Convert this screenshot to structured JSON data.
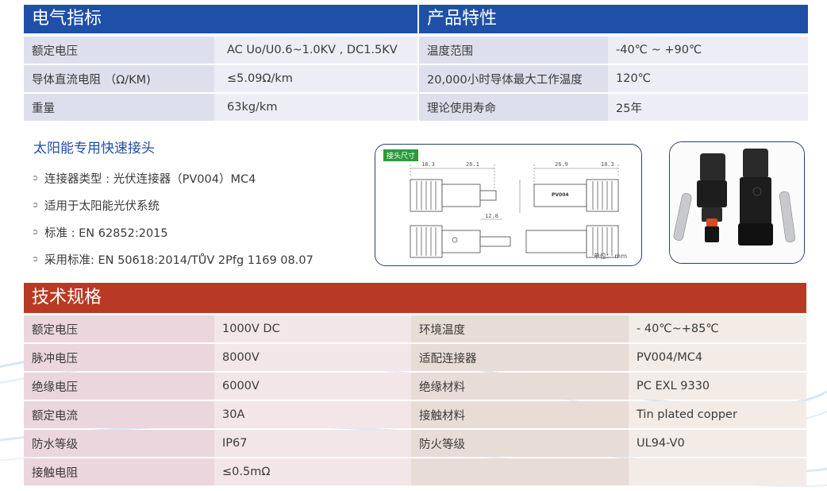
{
  "electrical": {
    "title": "电气指标",
    "rows": [
      {
        "label": "额定电压",
        "value": "AC Uo/U0.6~1.0KV , DC1.5KV"
      },
      {
        "label": "导体直流电阻 （Ω/KM)",
        "value": "≤5.09Ω/km"
      },
      {
        "label": "重量",
        "value": "63kg/km"
      }
    ]
  },
  "features": {
    "title": "产品特性",
    "rows": [
      {
        "label": "温度范围",
        "value": "-40℃ ~ +90℃"
      },
      {
        "label": "20,000小时导体最大工作温度",
        "value": "120℃"
      },
      {
        "label": "理论使用寿命",
        "value": "25年"
      }
    ]
  },
  "connector": {
    "title": "太阳能专用快速接头",
    "bullets": [
      "连接器类型 : 光伏连接器（PV004）MC4",
      "适用于太阳能光伏系统",
      "标准 : EN 62852:2015",
      "采用标准:  EN 50618:2014/TŮV 2Pfg 1169 08.07"
    ]
  },
  "drawing": {
    "label": "接头尺寸",
    "dims_top": [
      "18.3",
      "26.1",
      "26.9",
      "18.3"
    ],
    "dim_mid": "12.8",
    "part_text": "PV004",
    "unit": "单位： mm"
  },
  "specs": {
    "title": "技术规格",
    "rows": [
      {
        "l1": "额定电压",
        "v1": "1000V DC",
        "l2": "环境温度",
        "v2": " - 40℃~+85℃"
      },
      {
        "l1": "脉冲电压",
        "v1": "8000V",
        "l2": "适配连接器",
        "v2": "PV004/MC4"
      },
      {
        "l1": "绝缘电压",
        "v1": "6000V",
        "l2": "绝缘材料",
        "v2": "PC EXL 9330"
      },
      {
        "l1": "额定电流",
        "v1": "30A",
        "l2": "接触材料",
        "v2": "Tin plated copper"
      },
      {
        "l1": "防水等级",
        "v1": "IP67",
        "l2": "防火等级",
        "v2": "UL94-V0"
      },
      {
        "l1": "接触电阻",
        "v1": "≤0.5mΩ"
      }
    ]
  },
  "colors": {
    "blue_header": "#1f4fa6",
    "red_header": "#b93a24",
    "accent_green": "#2d9a3b"
  }
}
